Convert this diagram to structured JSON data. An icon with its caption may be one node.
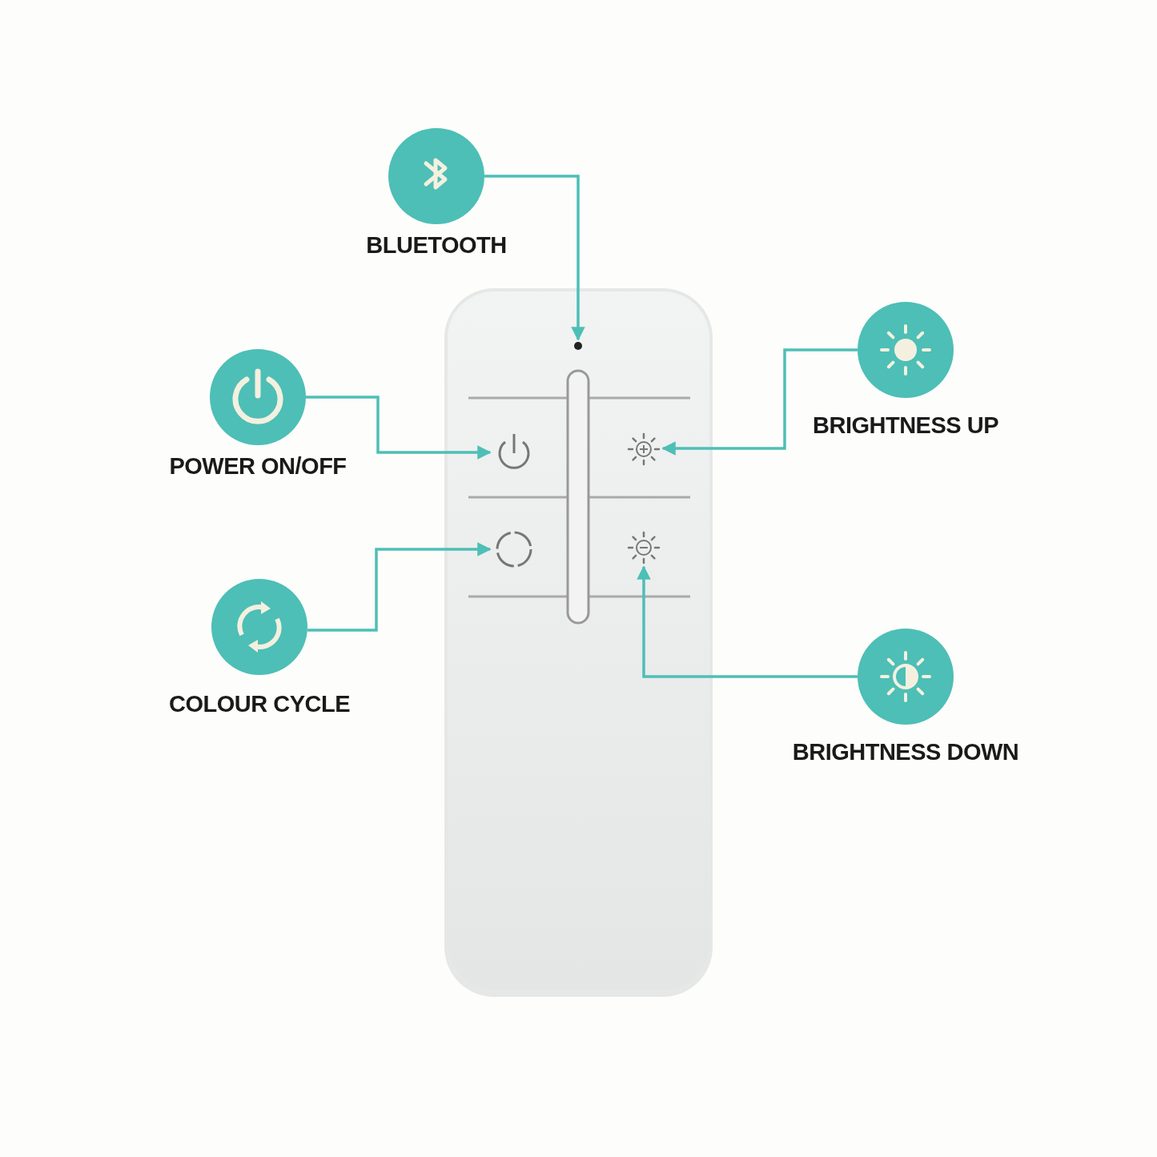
{
  "diagram": {
    "nodes": [
      {
        "text": [
          "BLUETOOTH"
        ]
      },
      {
        "text": [],
        "shape": "circle"
      },
      {
        "text": [
          "POWER ON/OFF"
        ]
      },
      {
        "text": [],
        "shape": "picture"
      },
      {
        "text": [
          "BRIGHTNESS UP"
        ]
      },
      {
        "text": [],
        "shape": "picture"
      },
      {
        "text": [
          "COLOUR CYCLE"
        ]
      },
      {
        "text": [],
        "shape": "circle"
      },
      {
        "text": [
          "BRIGHTNESS DOWN"
        ]
      },
      {
        "text": [],
        "shape": "picture"
      }
    ],
    "edges": [
      {
        "from": 0,
        "to": 1,
        "arrow": "to"
      },
      {
        "from": 2,
        "to": 3,
        "arrow": "to"
      },
      {
        "from": 4,
        "to": 5,
        "arrow": "to"
      },
      {
        "from": 6,
        "to": 7,
        "arrow": "to"
      },
      {
        "from": 8,
        "to": 9,
        "arrow": "to"
      }
    ]
  }
}
